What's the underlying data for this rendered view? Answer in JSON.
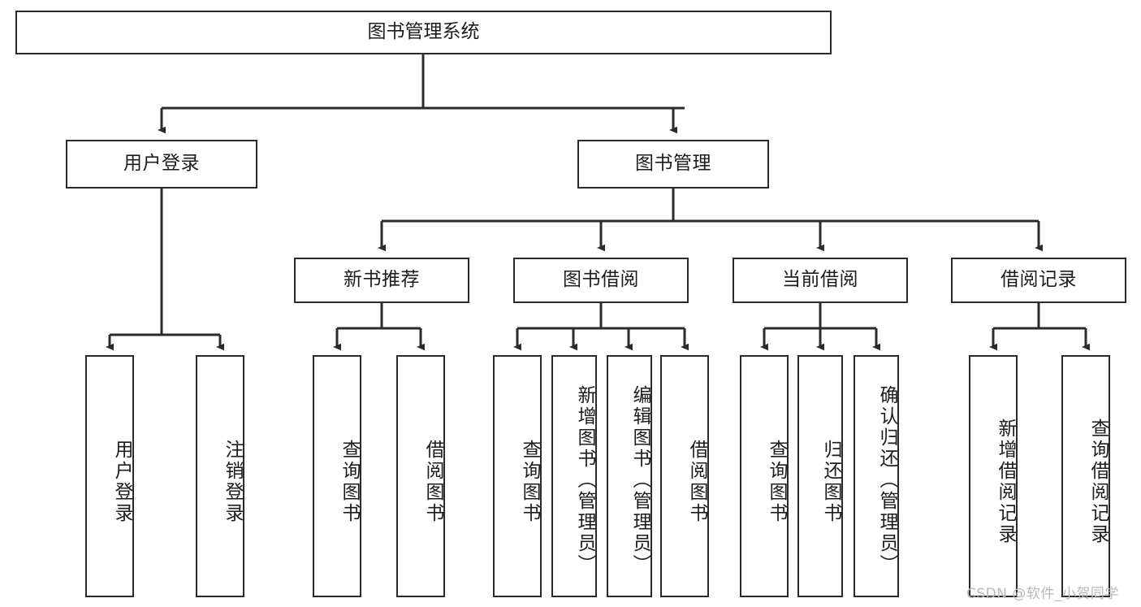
{
  "diagram": {
    "title": "图书管理系统",
    "type": "tree-hierarchy-functional-structure",
    "background_color": "#ffffff",
    "line_color": "#2b2b2b",
    "text_color": "#1c1c1c"
  },
  "watermark": {
    "text": "CSDN @软件_小贺同学",
    "color": "#b9b9b9"
  },
  "nodes": {
    "root": {
      "label": "图书管理系统",
      "level": 1
    },
    "user_login": {
      "label": "用户登录",
      "level": 2
    },
    "book_manage": {
      "label": "图书管理",
      "level": 2
    },
    "new_book_rec": {
      "label": "新书推荐",
      "level": 3
    },
    "book_borrow": {
      "label": "图书借阅",
      "level": 3
    },
    "current_borrow": {
      "label": "当前借阅",
      "level": 3
    },
    "borrow_record": {
      "label": "借阅记录",
      "level": 3
    },
    "leaf_user_login": {
      "label": "用户登录",
      "level": 3
    },
    "leaf_logout_login": {
      "label": "注销登录",
      "level": 3
    },
    "leaf_query_book_1": {
      "label": "查询图书",
      "level": 4
    },
    "leaf_borrow_book_1": {
      "label": "借阅图书",
      "level": 4
    },
    "leaf_query_book_2": {
      "label": "查询图书",
      "level": 4
    },
    "leaf_add_book": {
      "label": "新增图书（管理员）",
      "level": 4
    },
    "leaf_edit_book": {
      "label": "编辑图书（管理员）",
      "level": 4
    },
    "leaf_borrow_book_2": {
      "label": "借阅图书",
      "level": 4
    },
    "leaf_query_book_3": {
      "label": "查询图书",
      "level": 4
    },
    "leaf_return_book": {
      "label": "归还图书",
      "level": 4
    },
    "leaf_confirm_return": {
      "label": "确认归还（管理员）",
      "level": 4
    },
    "leaf_add_record": {
      "label": "新增借阅记录",
      "level": 4
    },
    "leaf_query_record": {
      "label": "查询借阅记录",
      "level": 4
    }
  },
  "edges": [
    {
      "from": "root",
      "to": "user_login"
    },
    {
      "from": "root",
      "to": "book_manage"
    },
    {
      "from": "user_login",
      "to": "leaf_user_login"
    },
    {
      "from": "user_login",
      "to": "leaf_logout_login"
    },
    {
      "from": "book_manage",
      "to": "new_book_rec"
    },
    {
      "from": "book_manage",
      "to": "book_borrow"
    },
    {
      "from": "book_manage",
      "to": "current_borrow"
    },
    {
      "from": "book_manage",
      "to": "borrow_record"
    },
    {
      "from": "new_book_rec",
      "to": "leaf_query_book_1"
    },
    {
      "from": "new_book_rec",
      "to": "leaf_borrow_book_1"
    },
    {
      "from": "book_borrow",
      "to": "leaf_query_book_2"
    },
    {
      "from": "book_borrow",
      "to": "leaf_add_book"
    },
    {
      "from": "book_borrow",
      "to": "leaf_edit_book"
    },
    {
      "from": "book_borrow",
      "to": "leaf_borrow_book_2"
    },
    {
      "from": "current_borrow",
      "to": "leaf_query_book_3"
    },
    {
      "from": "current_borrow",
      "to": "leaf_return_book"
    },
    {
      "from": "current_borrow",
      "to": "leaf_confirm_return"
    },
    {
      "from": "borrow_record",
      "to": "leaf_add_record"
    },
    {
      "from": "borrow_record",
      "to": "leaf_query_record"
    }
  ]
}
